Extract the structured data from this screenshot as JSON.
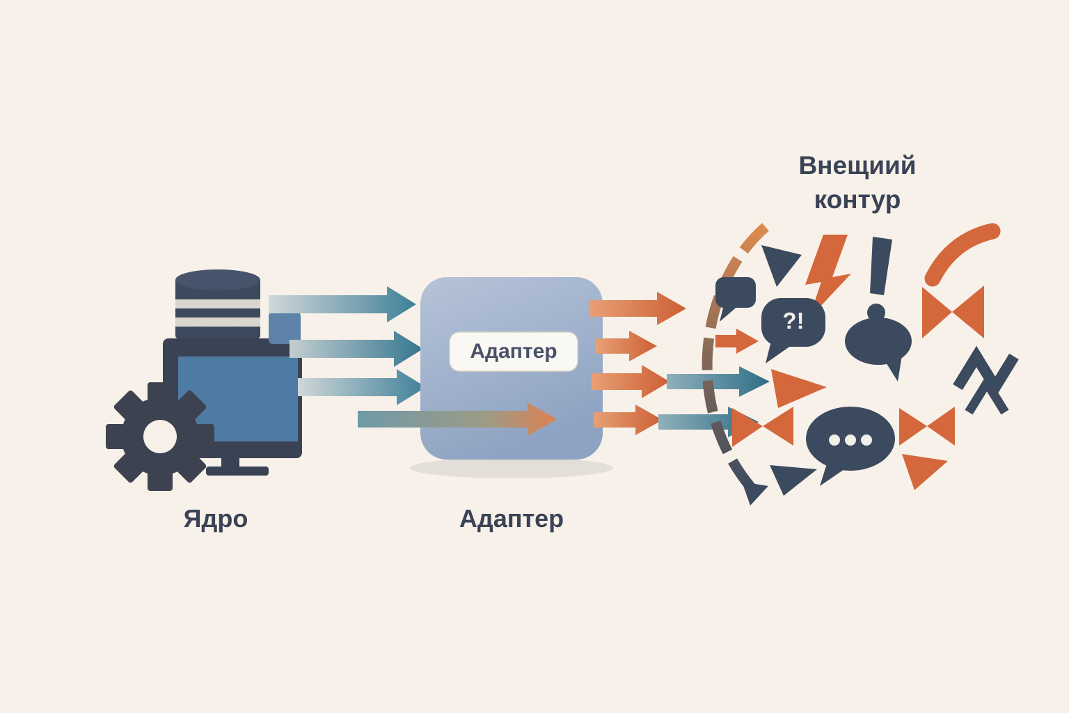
{
  "labels": {
    "external_line1": "Внещиий",
    "external_line2": "контур",
    "core": "Ядро",
    "adapter": "Адаптер"
  },
  "adapter": {
    "box_label": "Адаптер"
  },
  "speech_bubble": {
    "text": "?!"
  },
  "icons": [
    "database-icon",
    "monitor-icon",
    "gear-icon",
    "data-chip-icon",
    "speech-bubble-icon",
    "alert-speech-bubble-icon",
    "dots-speech-bubble-icon",
    "lightning-bolt-icon",
    "exclamation-icon",
    "zigzag-icon",
    "triangle-shape",
    "bowtie-shape",
    "arc-shield"
  ],
  "colors": {
    "background": "#f7f1e9",
    "navy": "#3c4a5f",
    "orange": "#d4673c",
    "teal": "#3f8099",
    "adapter_fill_top": "#b6c3d8",
    "adapter_fill_bottom": "#8ea3c2",
    "pill_fill": "#faf8f3",
    "screen_blue": "#4d7ba3",
    "text": "#3a4356"
  }
}
